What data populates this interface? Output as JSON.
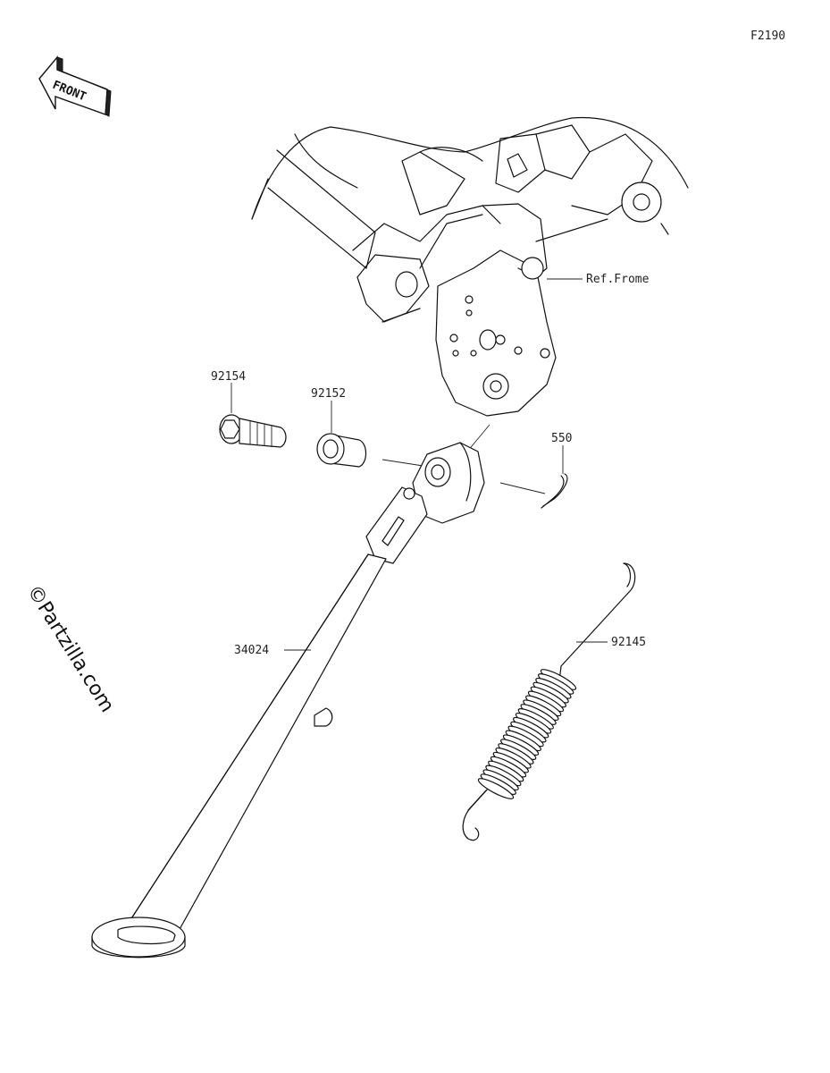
{
  "figure_code": "F2190",
  "front_label": "FRONT",
  "watermark": "©Partzilla.com",
  "ref_frame_label": "Ref.Frome",
  "parts": [
    {
      "id": "p-92154",
      "number": "92154"
    },
    {
      "id": "p-92152",
      "number": "92152"
    },
    {
      "id": "p-550",
      "number": "550"
    },
    {
      "id": "p-34024",
      "number": "34024"
    },
    {
      "id": "p-92145",
      "number": "92145"
    }
  ]
}
